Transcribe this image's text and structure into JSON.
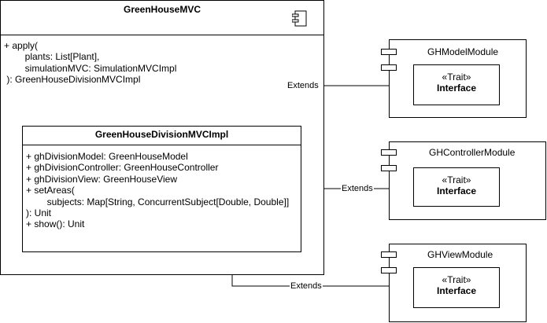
{
  "outer": {
    "title": "GreenHouseMVC",
    "method_lines": [
      "+ apply(",
      "        plants: List[Plant],",
      "        simulationMVC: SimulationMVCImpl",
      " ): GreenHouseDivisionMVCImpl"
    ]
  },
  "inner": {
    "title": "GreenHouseDivisionMVCImpl",
    "member_lines": [
      "+ ghDivisionModel: GreenHouseModel",
      "+ ghDivisionController: GreenHouseController",
      "+ ghDivisionView: GreenHouseView",
      "+ setAreas(",
      "        subjects: Map[String, ConcurrentSubject[Double, Double]]",
      "): Unit",
      "+ show(): Unit"
    ]
  },
  "modules": [
    {
      "name": "GHModelModule",
      "stereotype": "«Trait»",
      "interface": "Interface"
    },
    {
      "name": "GHControllerModule",
      "stereotype": "«Trait»",
      "interface": "Interface"
    },
    {
      "name": "GHViewModule",
      "stereotype": "«Trait»",
      "interface": "Interface"
    }
  ],
  "edges": [
    {
      "label": "Extends",
      "target": "GHModelModule"
    },
    {
      "label": "Extends",
      "target": "GHControllerModule"
    },
    {
      "label": "Extends",
      "target": "GHViewModule"
    }
  ]
}
